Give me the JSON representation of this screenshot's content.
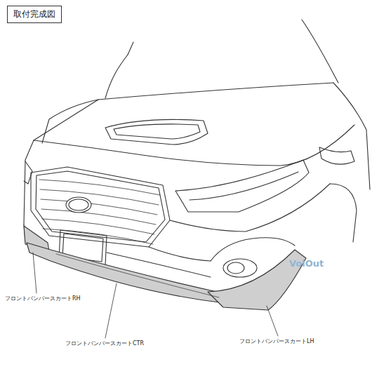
{
  "diagram": {
    "title": "取付完成図",
    "labels": [
      "フロントバンパースカートRH",
      "フロントバンパースカートCTR",
      "フロントバンパースカートLH",
      "VolOut"
    ]
  }
}
